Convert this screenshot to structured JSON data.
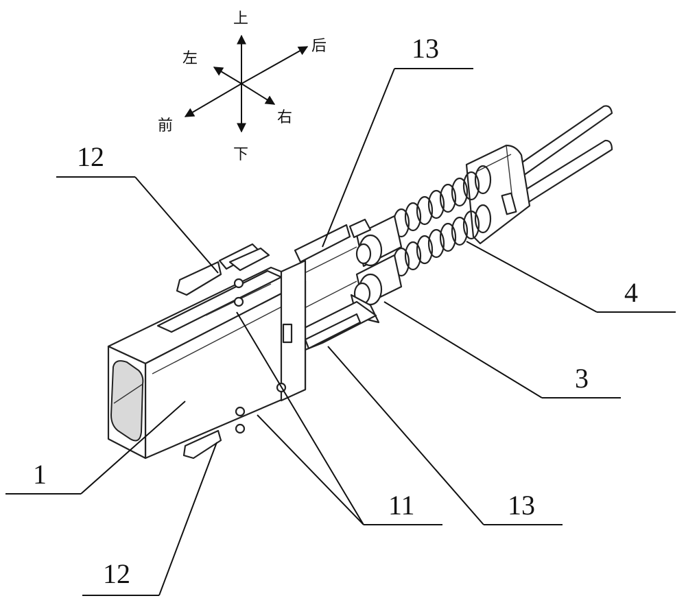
{
  "compass": {
    "up": "上",
    "down": "下",
    "left": "左",
    "right": "右",
    "front": "前",
    "back": "后"
  },
  "labels": {
    "l1": "1",
    "l3": "3",
    "l4": "4",
    "l11": "11",
    "l12_top": "12",
    "l12_bottom": "12",
    "l13_top": "13",
    "l13_bottom": "13"
  }
}
